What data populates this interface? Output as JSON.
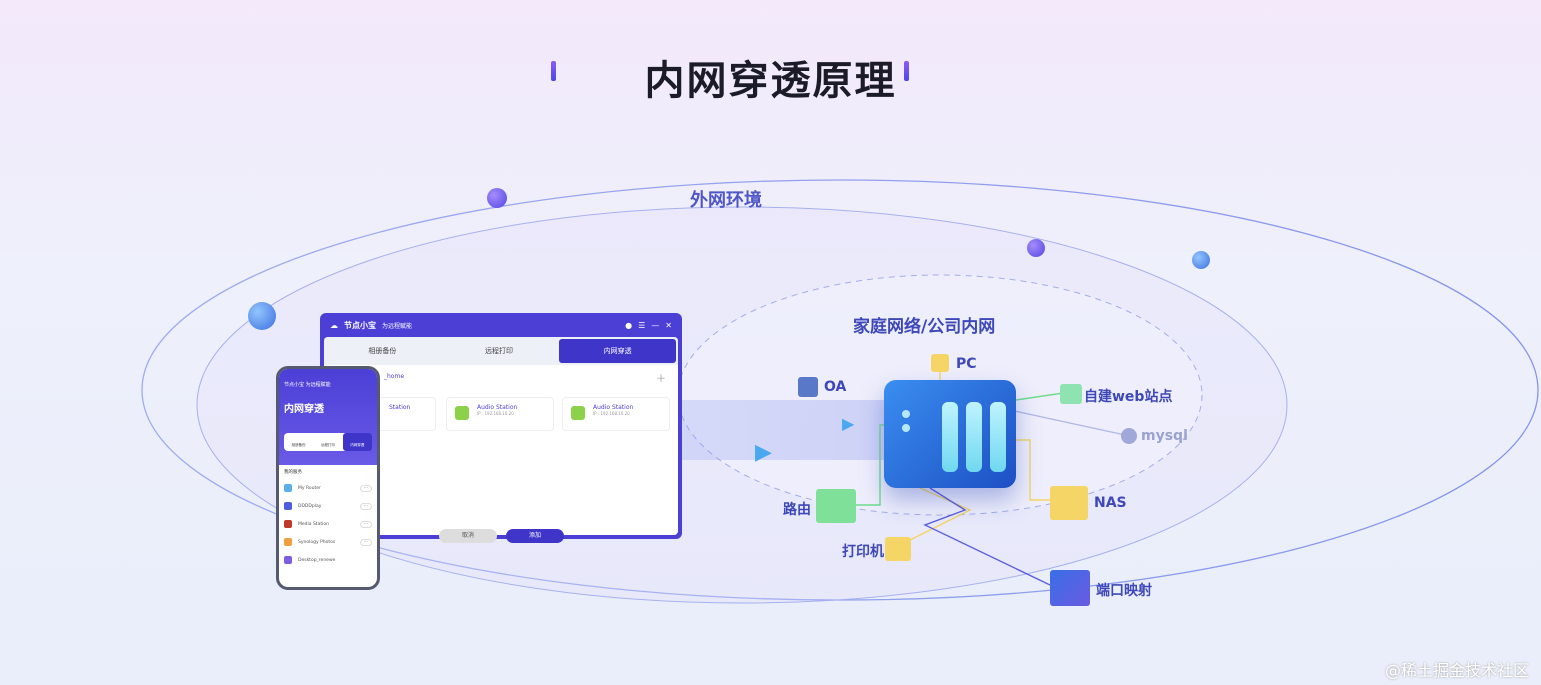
{
  "title": "内网穿透原理",
  "outer_network_label": "外网环境",
  "inner_network_label": "家庭网络/公司内网",
  "desktop_app": {
    "app_name": "节点小宝",
    "slogan": "为远程赋能",
    "tabs": [
      {
        "label": "相册备份"
      },
      {
        "label": "远程打印"
      },
      {
        "label": "内网穿透",
        "active": true
      }
    ],
    "group_name": "_home",
    "cards": [
      {
        "name": "Station"
      },
      {
        "name": "Audio Station",
        "ip": "IP : 192.168.10.20"
      },
      {
        "name": "Audio Station",
        "ip": "IP : 192.168.10.20"
      }
    ],
    "cancel_label": "取消",
    "add_label": "添加"
  },
  "mobile_app": {
    "header": "节点小宝 为远程赋能",
    "title": "内网穿透",
    "tabs": [
      {
        "label": "相册备份"
      },
      {
        "label": "远程打印"
      },
      {
        "label": "内网穿透",
        "active": true
      }
    ],
    "section": "我的服务",
    "items": [
      {
        "name": "My Router"
      },
      {
        "name": "DDDDplay"
      },
      {
        "name": "Media Station"
      },
      {
        "name": "Synology Photos"
      },
      {
        "name": "Desktop_renewe"
      }
    ]
  },
  "nodes": {
    "pc": "PC",
    "oa": "OA",
    "web": "自建web站点",
    "mysql": "mysql",
    "router": "路由",
    "nas": "NAS",
    "printer": "打印机",
    "port_mapping": "端口映射"
  },
  "colors": {
    "accent": "#4b3fd6",
    "server": "#2a6ce0",
    "green": "#6fdc8c",
    "yellow": "#f5d565"
  },
  "watermark": "@稀土掘金技术社区"
}
